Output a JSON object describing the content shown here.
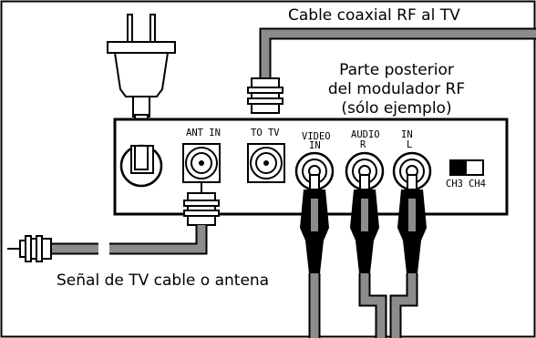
{
  "labels": {
    "cable_to_tv": "Cable coaxial RF al TV",
    "rear_title": [
      "Parte posterior",
      "del modulador RF",
      "(sólo ejemplo)"
    ],
    "ant_in": "ANT IN",
    "to_tv": "TO TV",
    "video": "VIDEO",
    "audio": "AUDIO",
    "in": "IN",
    "r": "R",
    "l": "L",
    "ch3": "CH3",
    "ch4": "CH4",
    "signal_source": "Señal de TV cable o antena"
  },
  "colors": {
    "cable_fill": "#8c8c8c",
    "outline": "#000000",
    "background": "#ffffff"
  }
}
